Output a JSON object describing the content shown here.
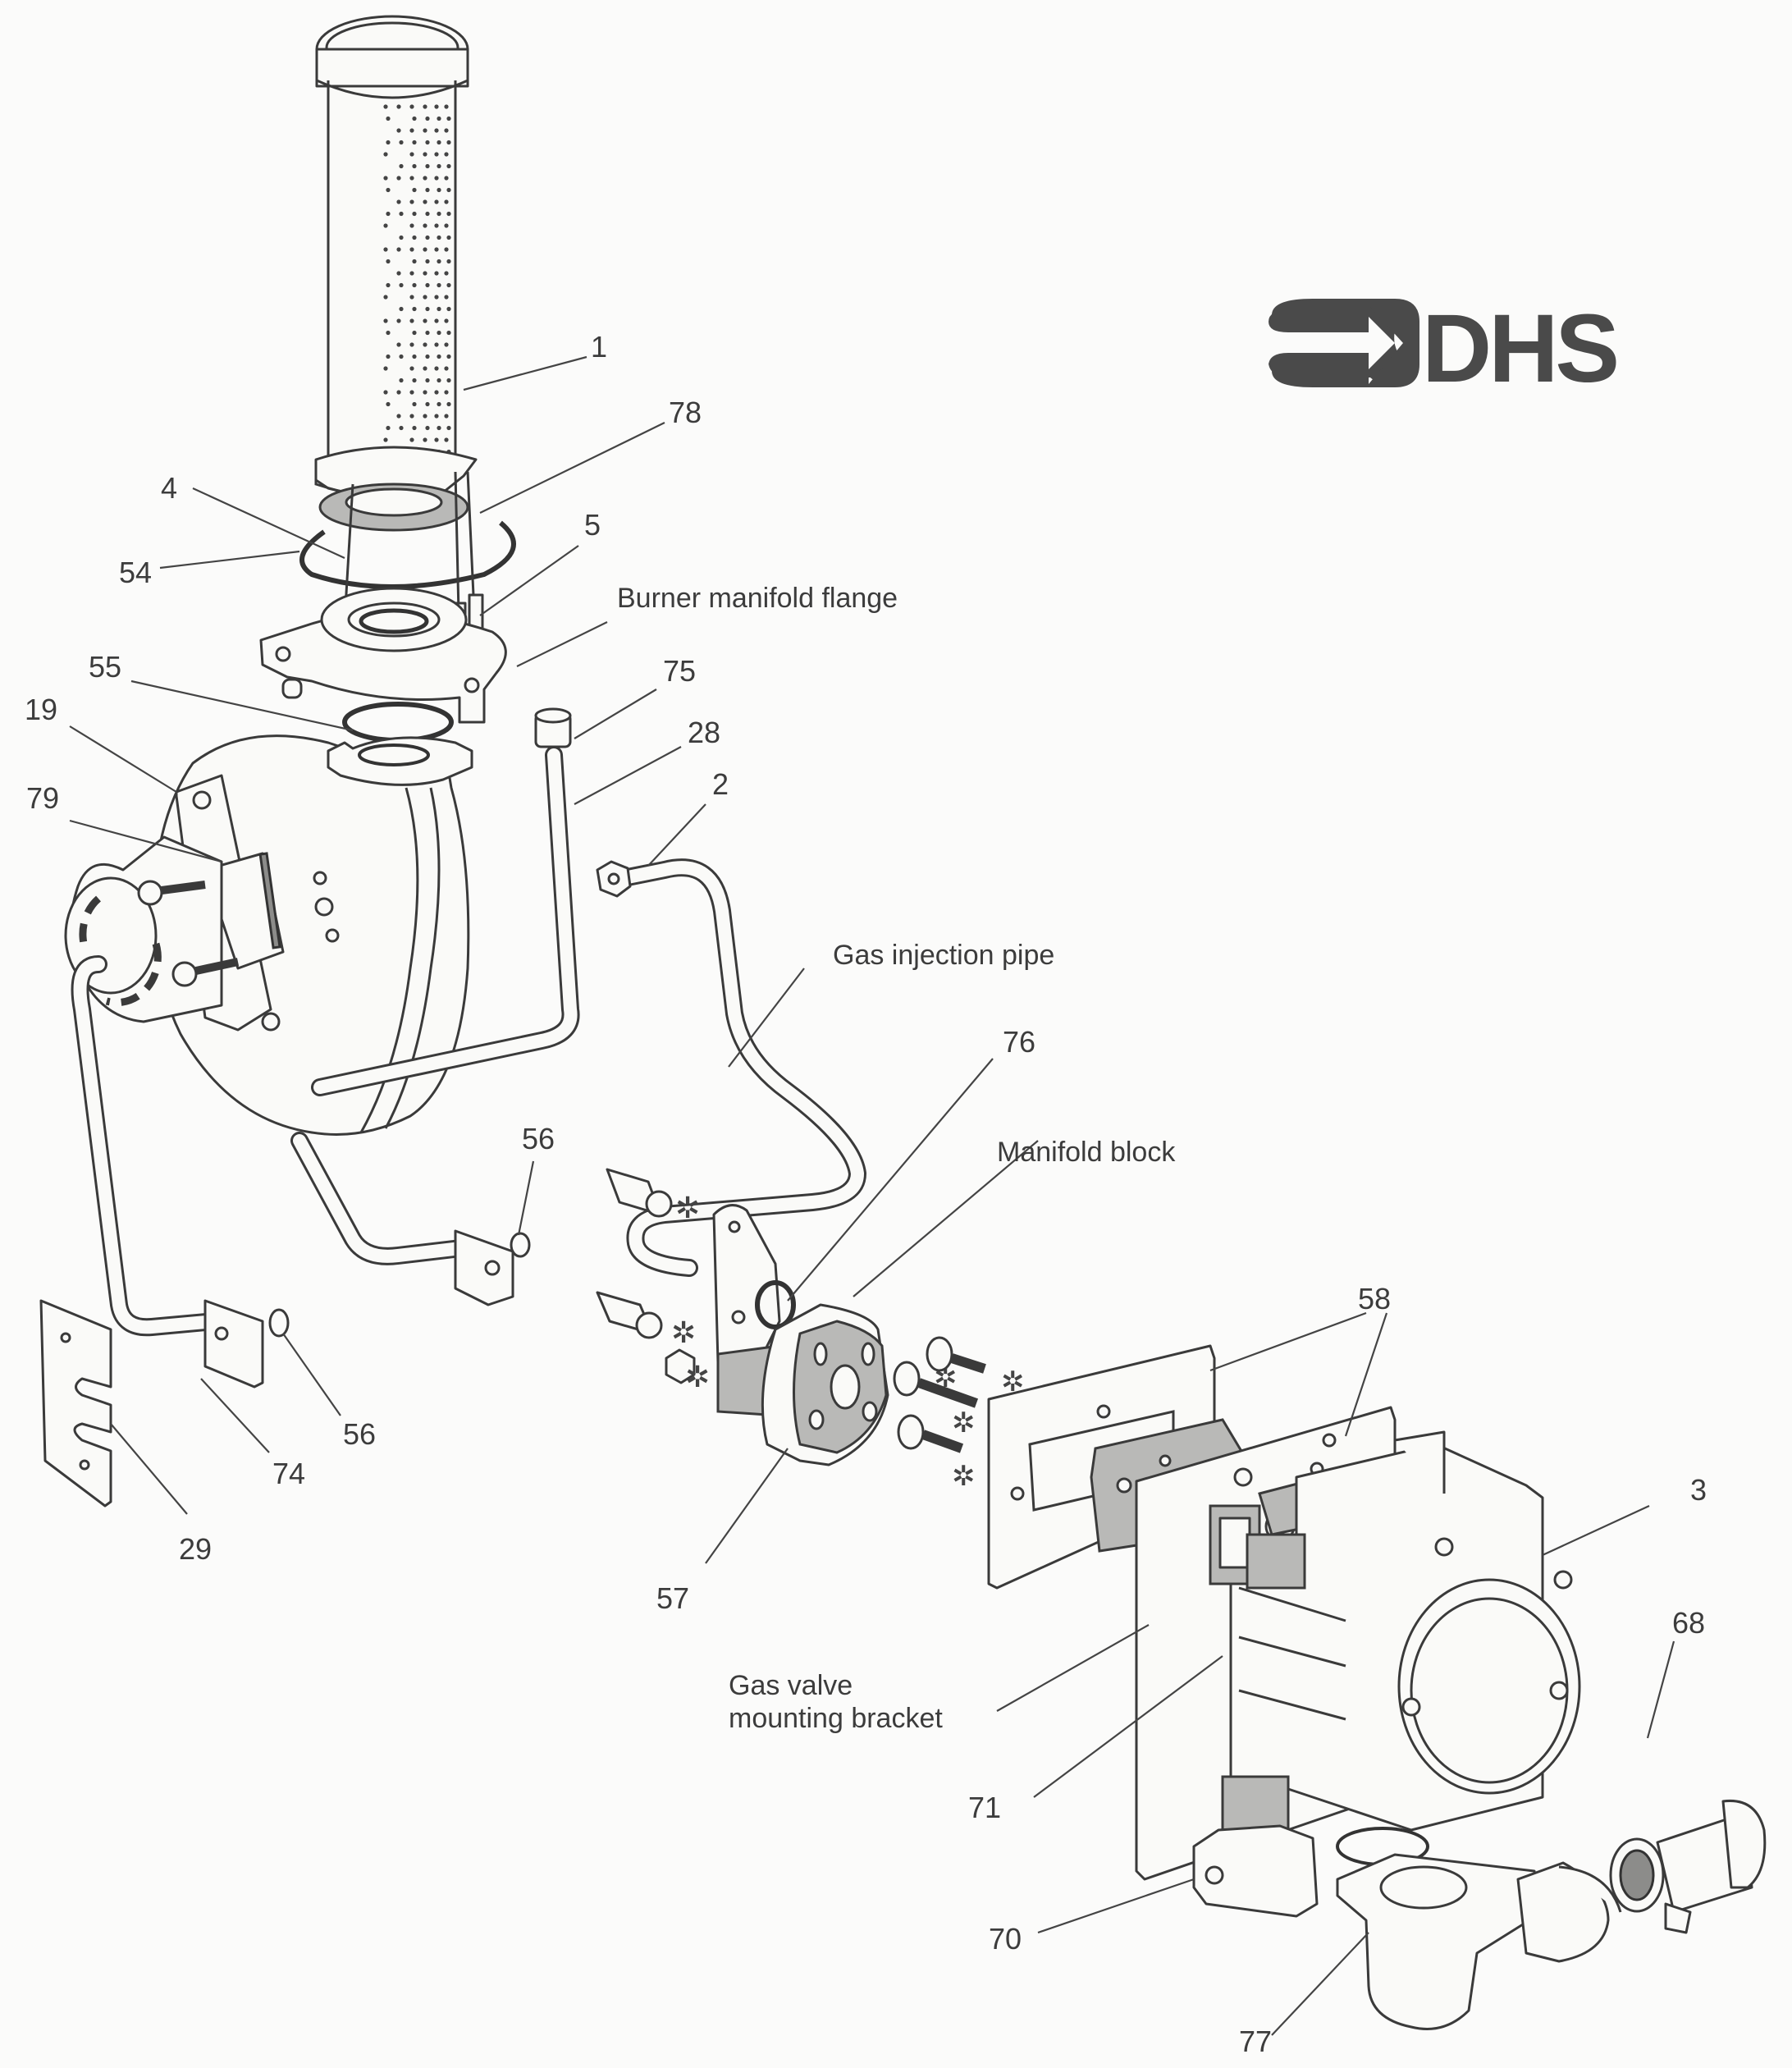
{
  "title": "Burner and gas valve assembly — exploded view",
  "logo": {
    "text": "DHS",
    "color": "#4a4a4a"
  },
  "colors": {
    "line": "#3a3a3a",
    "shaded": "#b9b9b7",
    "background": "#fbfbfa"
  },
  "callouts": [
    {
      "id": "1",
      "text": "1"
    },
    {
      "id": "78",
      "text": "78"
    },
    {
      "id": "4",
      "text": "4"
    },
    {
      "id": "54",
      "text": "54"
    },
    {
      "id": "5",
      "text": "5"
    },
    {
      "id": "55",
      "text": "55"
    },
    {
      "id": "19",
      "text": "19"
    },
    {
      "id": "79",
      "text": "79"
    },
    {
      "id": "75",
      "text": "75"
    },
    {
      "id": "28",
      "text": "28"
    },
    {
      "id": "2",
      "text": "2"
    },
    {
      "id": "76",
      "text": "76"
    },
    {
      "id": "56a",
      "text": "56"
    },
    {
      "id": "56b",
      "text": "56"
    },
    {
      "id": "74",
      "text": "74"
    },
    {
      "id": "29",
      "text": "29"
    },
    {
      "id": "57",
      "text": "57"
    },
    {
      "id": "58",
      "text": "58"
    },
    {
      "id": "3",
      "text": "3"
    },
    {
      "id": "68",
      "text": "68"
    },
    {
      "id": "71",
      "text": "71"
    },
    {
      "id": "70",
      "text": "70"
    },
    {
      "id": "77",
      "text": "77"
    }
  ],
  "captions": {
    "burner_manifold_flange": "Burner manifold flange",
    "gas_injection_pipe": "Gas injection pipe",
    "manifold_block": "Manifold block",
    "gas_valve_mounting_bracket_line1": "Gas valve",
    "gas_valve_mounting_bracket_line2": "mounting bracket"
  }
}
